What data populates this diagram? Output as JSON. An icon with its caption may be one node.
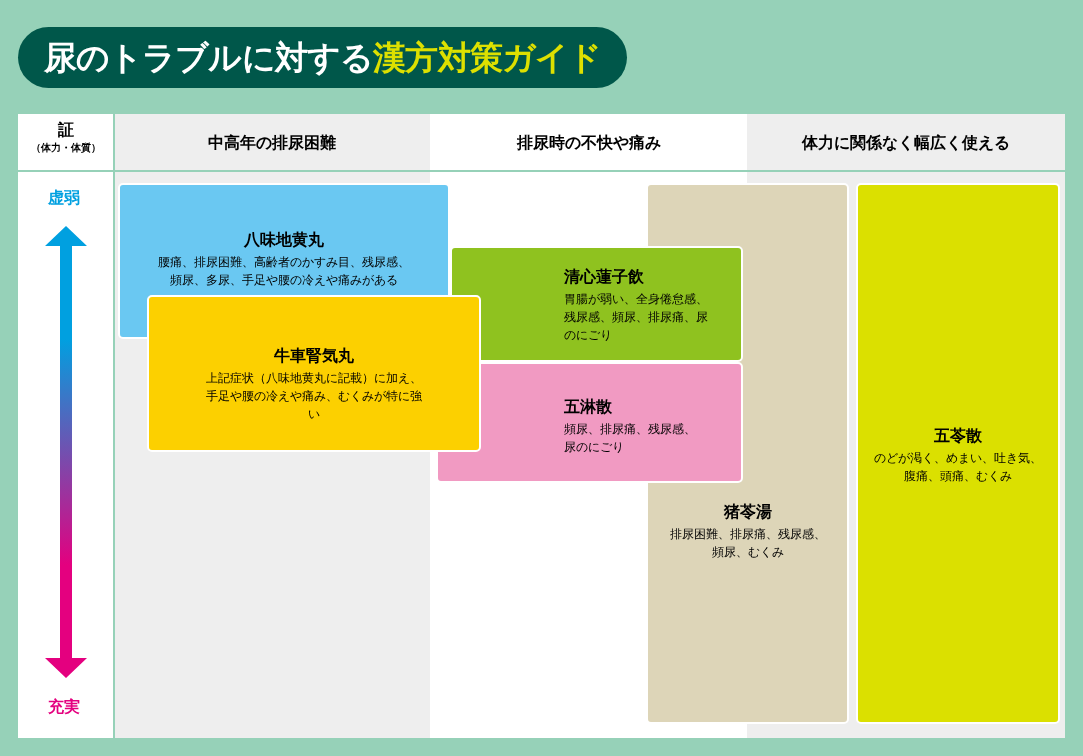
{
  "diagram": {
    "title": "尿のトラブルに対する**漢方対策ガイド**",
    "nodes": [
      {
        "text": [
          "八味地黄丸",
          "腰痛、排尿困難、高齢者のかすみ目、残尿感、頻尿、多尿、手足や腰の冷えや痛みがある"
        ]
      },
      {
        "text": [
          "牛車腎気丸",
          "上記症状（八味地黄丸に記載）に加え、手足や腰の冷えや痛み、むくみが特に強い"
        ]
      },
      {
        "text": [
          "清心蓮子飲",
          "胃腸が弱い、全身倦怠感、残尿感、頻尿、排尿痛、尿のにごり"
        ]
      },
      {
        "text": [
          "五淋散",
          "頻尿、排尿痛、残尿感、尿のにごり"
        ]
      },
      {
        "text": [
          "猪苓湯",
          "排尿困難、排尿痛、残尿感、頻尿、むくみ"
        ]
      },
      {
        "text": [
          "五苓散",
          "のどが渇く、めまい、吐き気、腹痛、頭痛、むくみ"
        ]
      }
    ],
    "labels": [
      "証",
      "（体力・体質）",
      "中高年の排尿困難",
      "排尿時の不快や痛み",
      "体力に関係なく幅広く使える",
      "虚弱",
      "充実"
    ]
  }
}
